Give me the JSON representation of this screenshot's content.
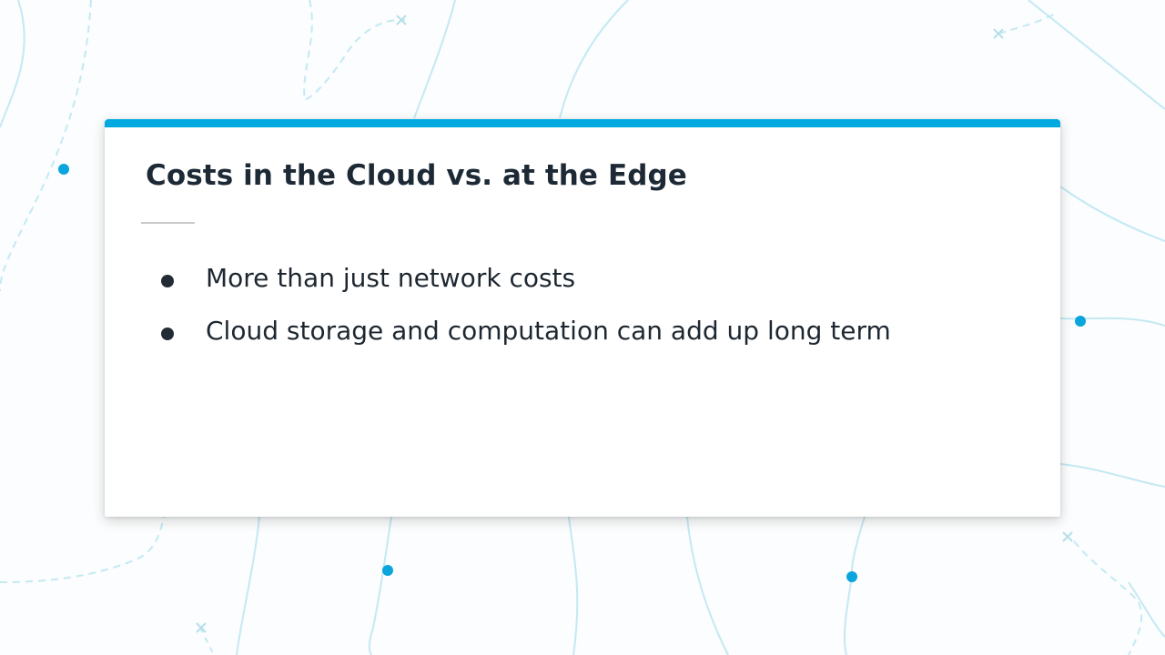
{
  "slide": {
    "title": "Costs in the Cloud vs. at the Edge",
    "bullets": [
      "More than just network costs",
      "Cloud storage and computation can add up long term"
    ]
  },
  "colors": {
    "accent": "#02a9e0",
    "title_text": "#1d2a36",
    "body_text": "#1e2730",
    "background_lines": "#bfe8f2"
  },
  "icons": {
    "bullet": "bullet-dot-icon",
    "background_nodes": "network-node-icon",
    "background_crosses": "cross-marker-icon"
  }
}
